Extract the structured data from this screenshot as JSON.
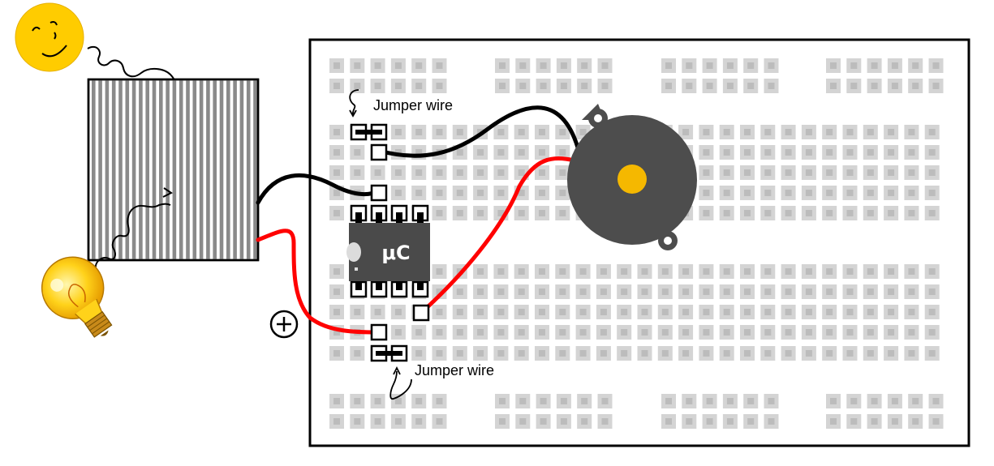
{
  "diagram": {
    "labels": {
      "jumper_wire_top": "Jumper wire",
      "jumper_wire_bottom": "Jumper wire",
      "chip": "μC",
      "polarity": "⊕"
    },
    "colors": {
      "breadboard_border": "#000000",
      "hole_outer": "#d4d4d4",
      "hole_inner": "#bcbcbc",
      "highlight_hole": "#000000",
      "wire_black": "#000000",
      "wire_red": "#ff0000",
      "buzzer_body": "#4d4d4d",
      "buzzer_center": "#f5b800",
      "chip_body": "#4a4a4a",
      "sun_face": "#ffcc00",
      "solar_panel_stripes": "#8a8a8a",
      "bulb_glass": "#ffd21a"
    },
    "icons": [
      "sun-icon",
      "light-bulb-icon",
      "solar-panel-icon",
      "buzzer-icon",
      "microcontroller-icon"
    ]
  }
}
